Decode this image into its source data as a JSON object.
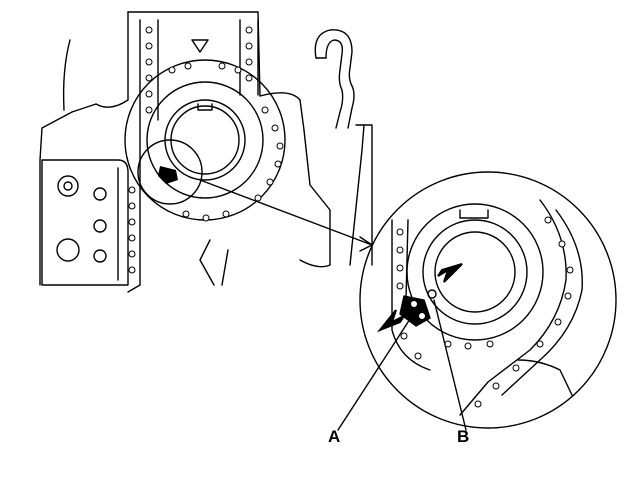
{
  "callouts": {
    "a": "A",
    "b": "B"
  },
  "colors": {
    "ink": "#000000",
    "paper": "#ffffff"
  },
  "icons": {
    "timing_mark": "triangle-down",
    "arrow": "solid-arrow"
  }
}
